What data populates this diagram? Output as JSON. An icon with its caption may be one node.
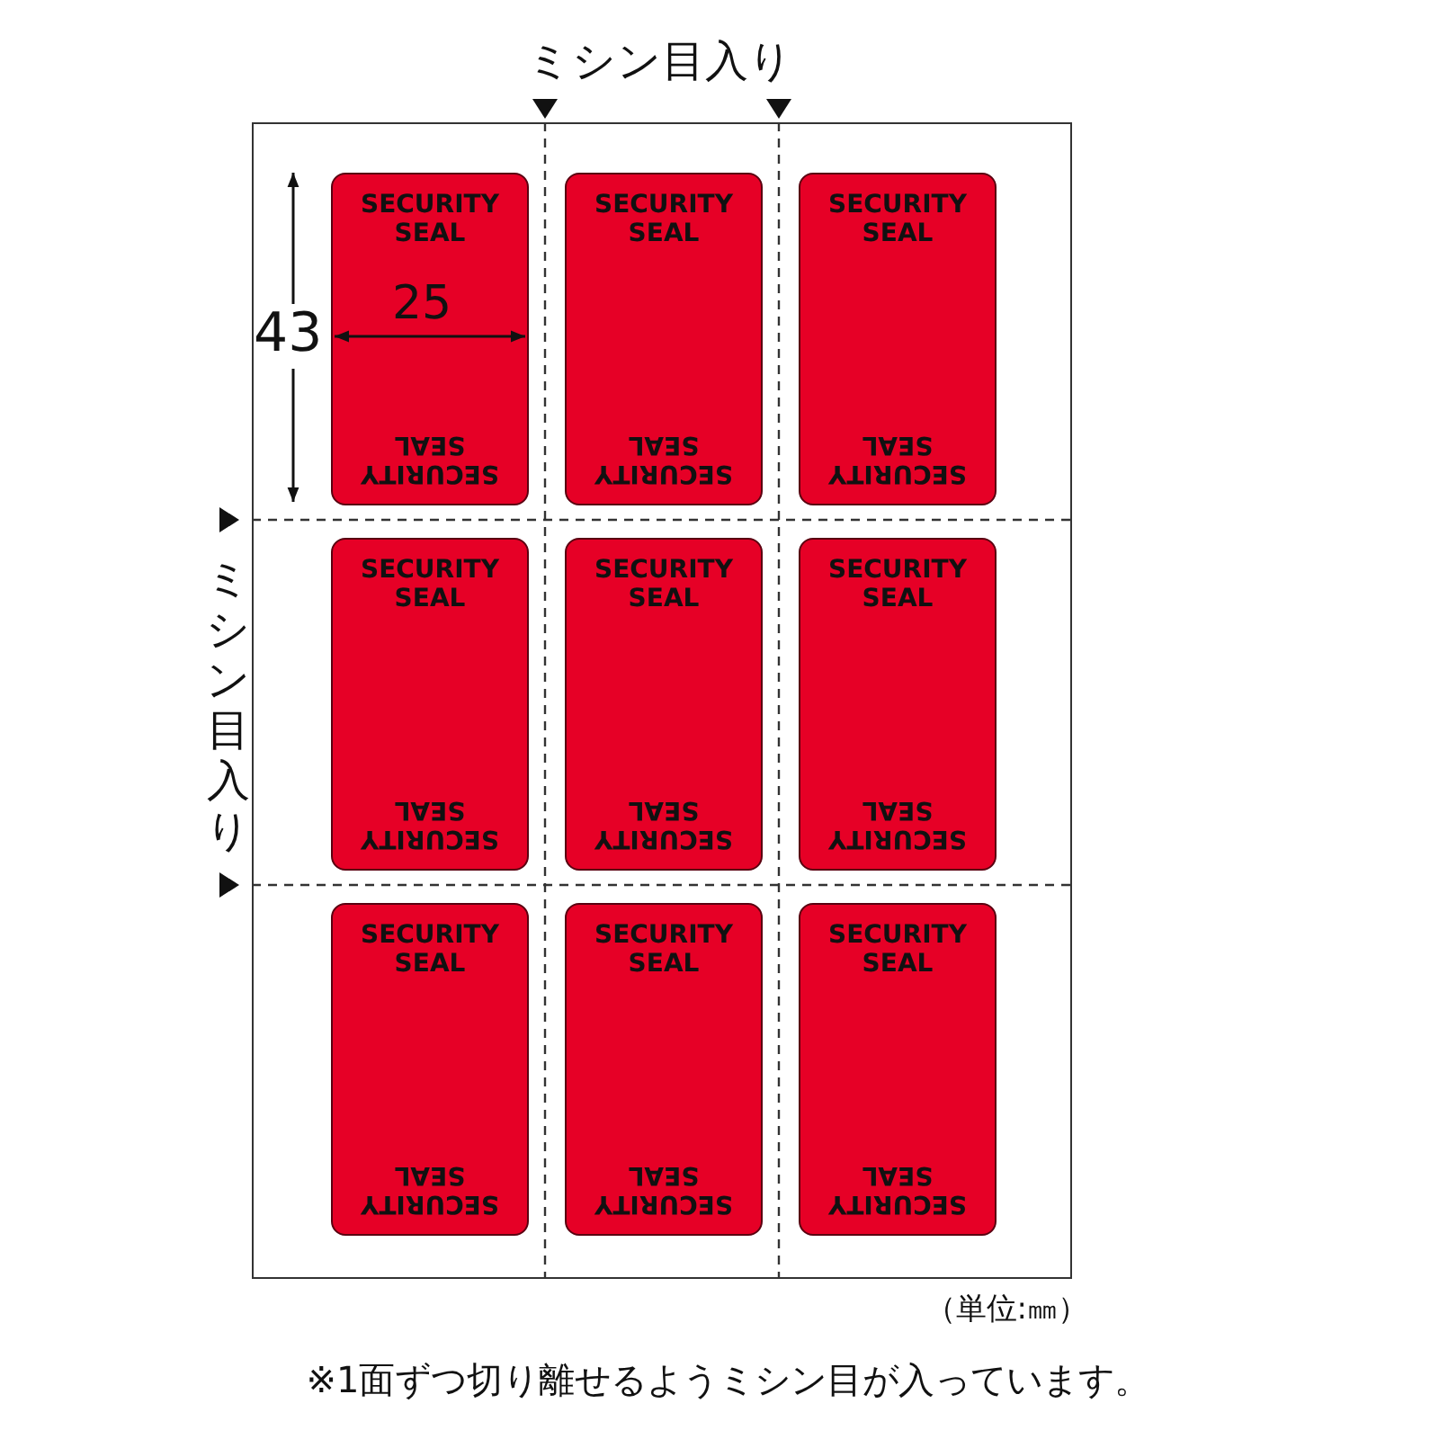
{
  "diagram": {
    "caption": "※1面ずつ切り離せるようミシン目が入っています。",
    "nodes": [
      {
        "text": [],
        "shape": "box"
      },
      {
        "text": [
          "SECURITY SEAL",
          "SECURITY SEAL"
        ],
        "in": 0
      },
      {
        "text": [
          "SECURITY SEAL",
          "SECURITY SEAL"
        ],
        "in": 0
      },
      {
        "text": [
          "SECURITY SEAL",
          "SECURITY SEAL"
        ],
        "in": 0
      },
      {
        "text": [
          "SECURITY SEAL",
          "SECURITY SEAL"
        ],
        "in": 0
      },
      {
        "text": [
          "SECURITY SEAL",
          "SECURITY SEAL"
        ],
        "in": 0
      },
      {
        "text": [
          "SECURITY SEAL",
          "SECURITY SEAL"
        ],
        "in": 0
      },
      {
        "text": [
          "SECURITY SEAL",
          "SECURITY SEAL"
        ],
        "in": 0
      },
      {
        "text": [
          "SECURITY SEAL",
          "SECURITY SEAL"
        ],
        "in": 0
      },
      {
        "text": [
          "SECURITY SEAL",
          "SECURITY SEAL"
        ],
        "in": 0
      }
    ],
    "labels": [
      "ミシン目入り",
      "ミシン目入り",
      "43",
      "25",
      "（単位:㎜）"
    ]
  }
}
